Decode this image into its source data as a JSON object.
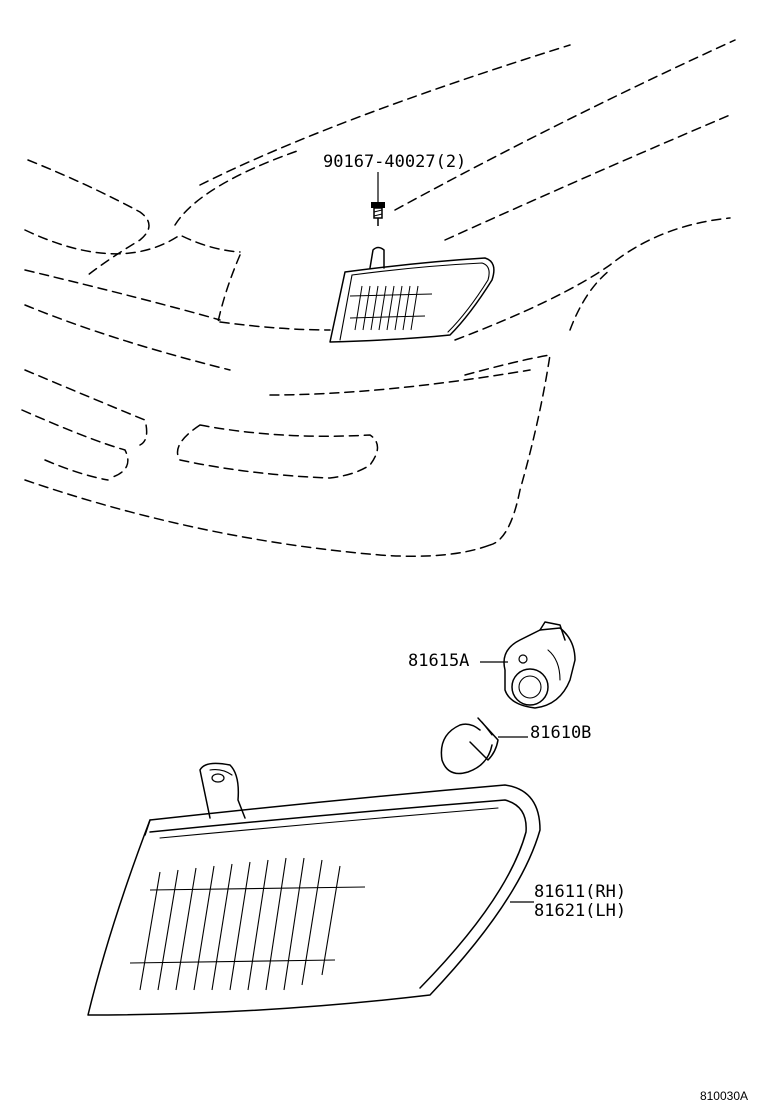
{
  "diagram": {
    "callouts": {
      "screw": "90167-40027(2)",
      "socket": "81615A",
      "bulb": "81610B",
      "lamp_rh": "81611(RH)",
      "lamp_lh": "81621(LH)"
    },
    "figure_number": "810030A"
  }
}
